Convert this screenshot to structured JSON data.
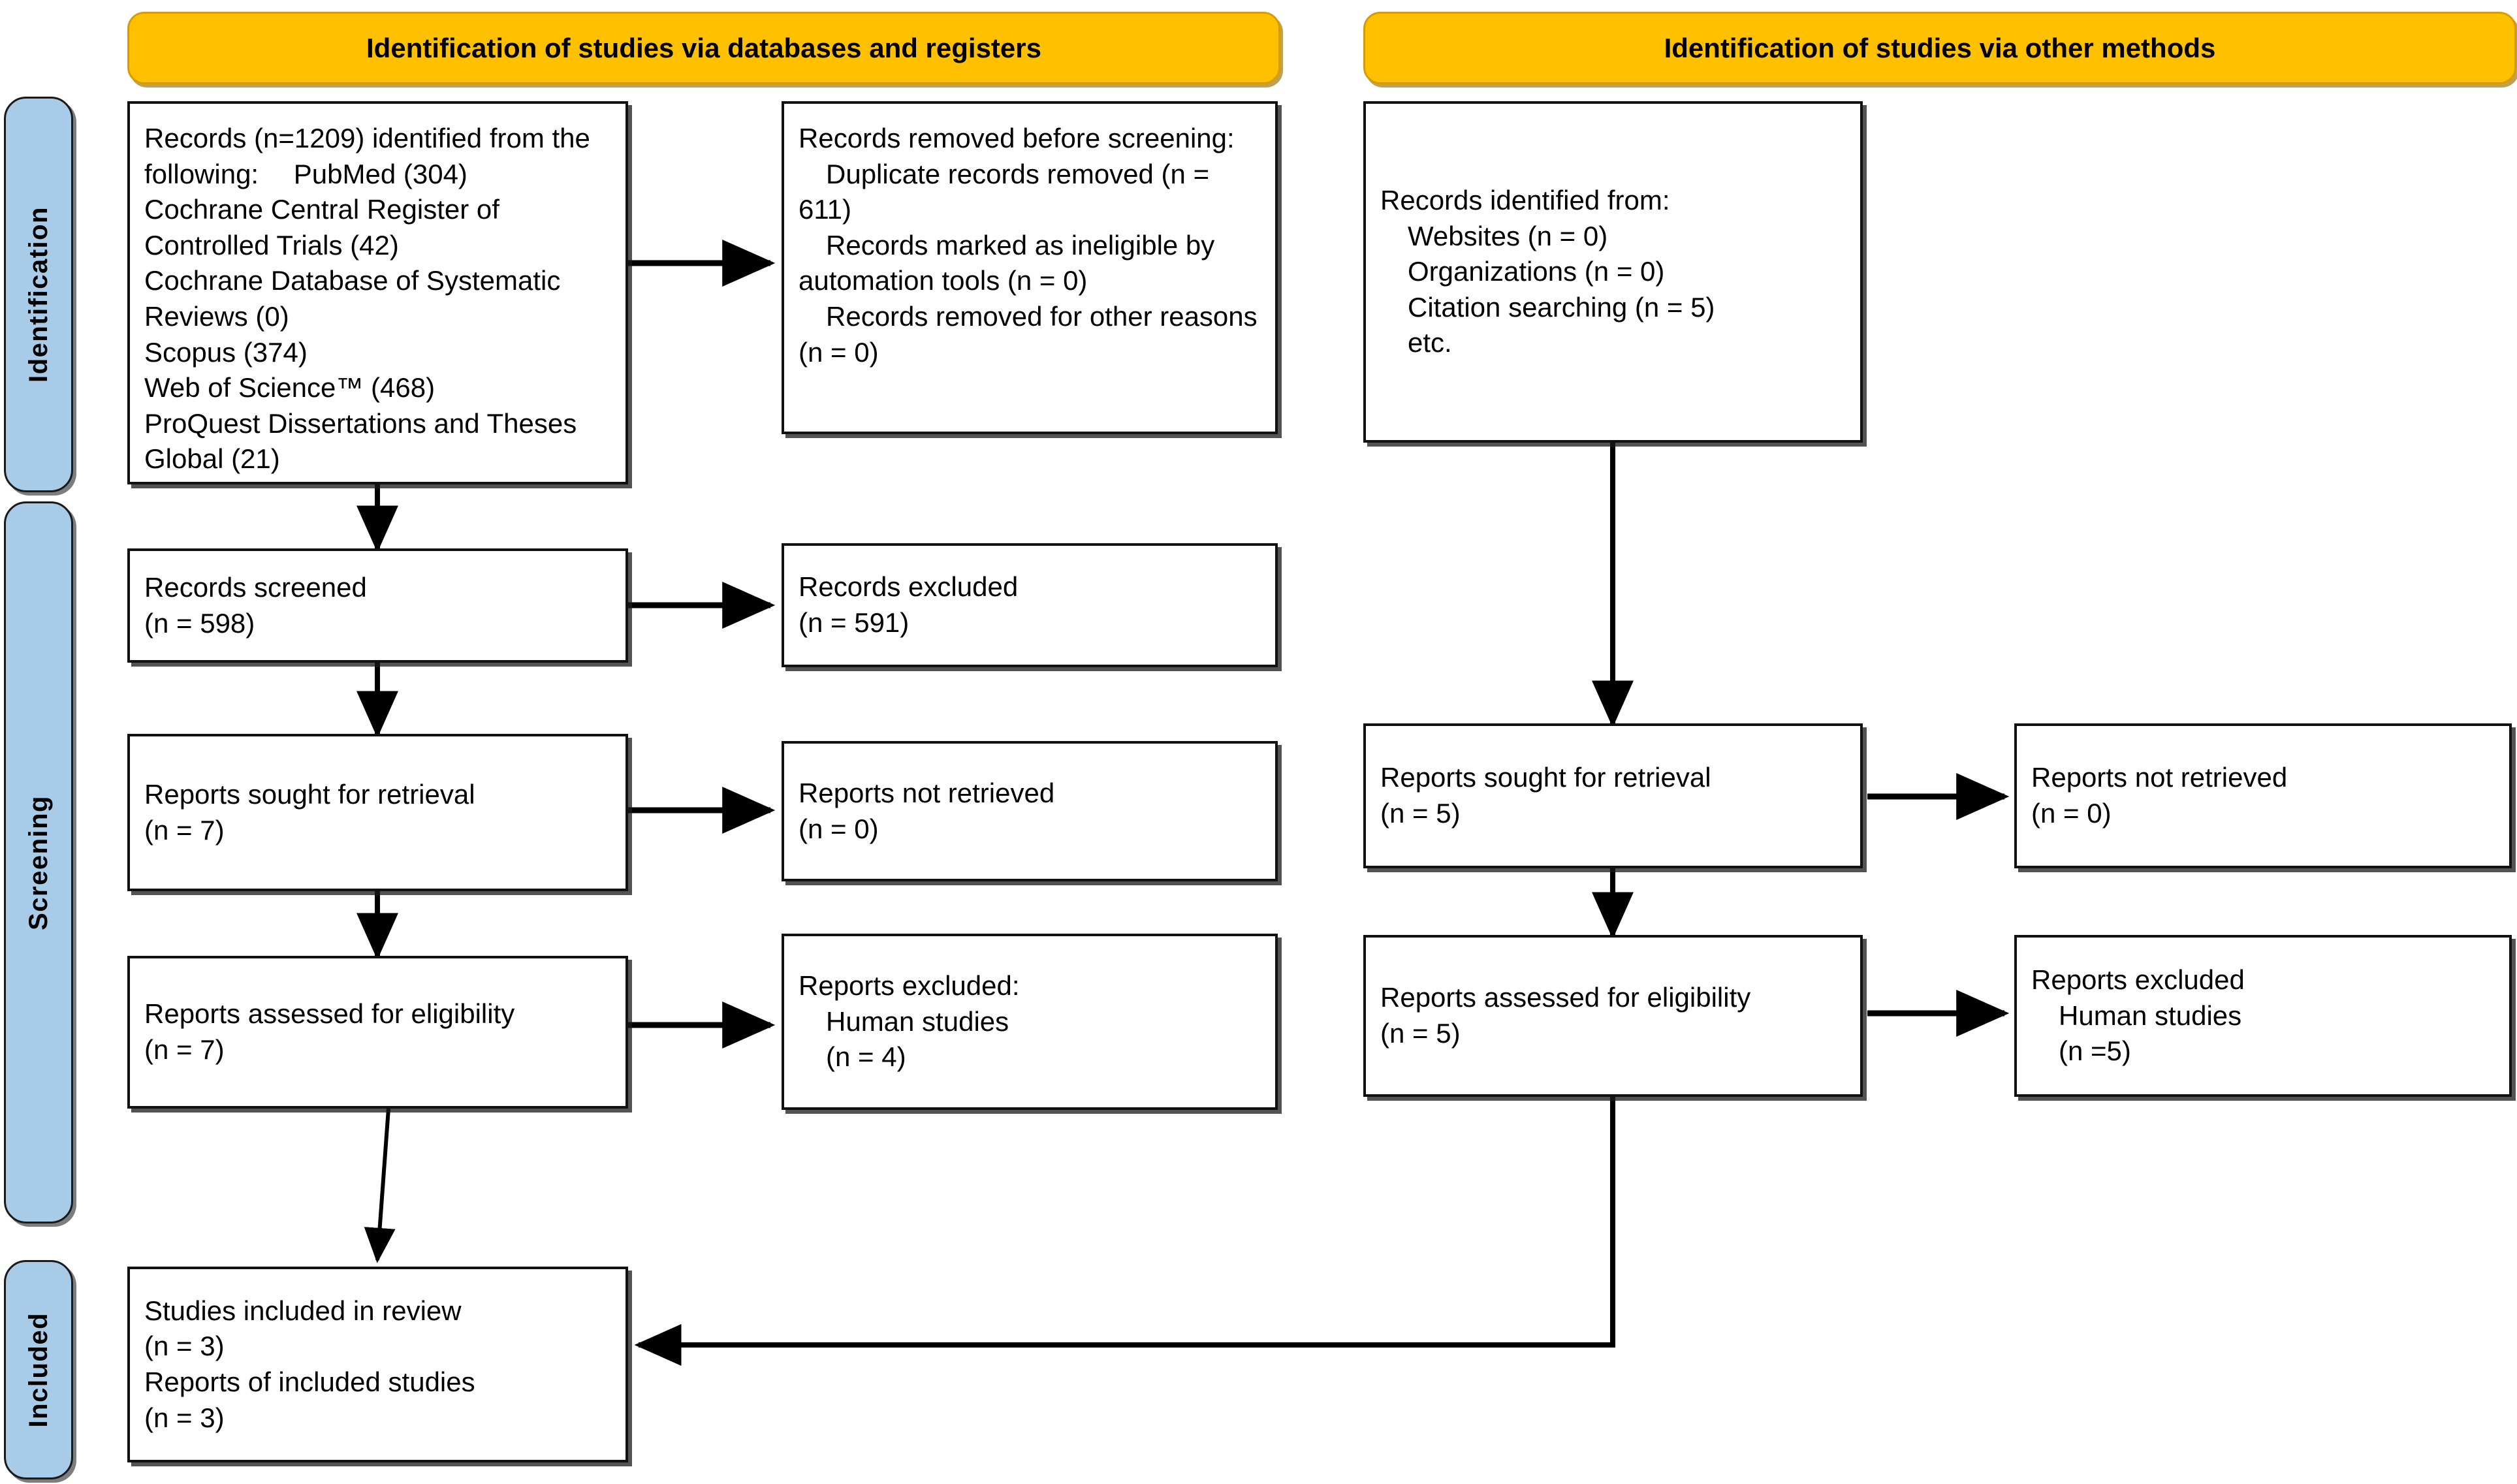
{
  "diagram": {
    "title": "PRISMA 2020 flow diagram",
    "colors": {
      "header_yellow": "#FFC000",
      "phase_blue": "#A8CBE8",
      "box_border": "#111111",
      "connector": "#000000"
    }
  },
  "phases": [
    {
      "id": "identification",
      "label": "Identification"
    },
    {
      "id": "screening",
      "label": "Screening"
    },
    {
      "id": "included",
      "label": "Included"
    }
  ],
  "columns": [
    {
      "id": "databases",
      "header": "Identification of studies via databases and registers"
    },
    {
      "id": "other",
      "header": "Identification of studies via other methods"
    }
  ],
  "boxes": {
    "records_identified": {
      "text": "Records (n=1209) identified from the following:  PubMed (304)\nCochrane Central Register of Controlled Trials (42)\nCochrane Database of Systematic Reviews (0)\nScopus (374)\nWeb of Science™ (468)\nProQuest Dissertations and Theses Global (21)"
    },
    "records_removed": {
      "text": "Records removed before screening:\n Duplicate records removed (n = 611)\n Records marked as ineligible by automation tools (n = 0)\n Records removed for other reasons (n = 0)"
    },
    "records_screened": {
      "text": "Records screened\n(n = 598)"
    },
    "records_excluded": {
      "text": "Records excluded\n(n = 591)"
    },
    "reports_sought_left": {
      "text": "Reports sought for retrieval\n(n = 7)"
    },
    "reports_not_retrieved_left": {
      "text": "Reports not retrieved\n(n = 0)"
    },
    "reports_assessed_left": {
      "text": "Reports assessed for eligibility\n(n = 7)"
    },
    "reports_excluded_left": {
      "text": "Reports excluded:\n Human studies\n (n = 4)"
    },
    "studies_included": {
      "text": "Studies included in review\n(n = 3)\nReports of included studies\n(n = 3)"
    },
    "records_identified_other": {
      "text": "Records identified from:\n Websites (n = 0)\n Organizations (n = 0)\n Citation searching (n = 5)\n etc."
    },
    "reports_sought_right": {
      "text": "Reports sought for retrieval\n(n = 5)"
    },
    "reports_not_retrieved_right": {
      "text": "Reports not retrieved\n(n = 0)"
    },
    "reports_assessed_right": {
      "text": "Reports assessed for eligibility\n(n = 5)"
    },
    "reports_excluded_right": {
      "text": "Reports excluded\n Human studies\n (n =5)"
    }
  },
  "chart_data": {
    "type": "diagram",
    "title": "PRISMA 2020 flow diagram for new systematic reviews",
    "nodes": [
      {
        "id": "records_identified",
        "phase": "Identification",
        "column": "databases",
        "n": 1209,
        "sources": [
          {
            "name": "PubMed",
            "n": 304
          },
          {
            "name": "Cochrane Central Register of Controlled Trials",
            "n": 42
          },
          {
            "name": "Cochrane Database of Systematic Reviews",
            "n": 0
          },
          {
            "name": "Scopus",
            "n": 374
          },
          {
            "name": "Web of Science™",
            "n": 468
          },
          {
            "name": "ProQuest Dissertations and Theses Global",
            "n": 21
          }
        ]
      },
      {
        "id": "records_removed",
        "phase": "Identification",
        "column": "databases",
        "reasons": [
          {
            "name": "Duplicate records removed",
            "n": 611
          },
          {
            "name": "Records marked as ineligible by automation tools",
            "n": 0
          },
          {
            "name": "Records removed for other reasons",
            "n": 0
          }
        ]
      },
      {
        "id": "records_screened",
        "phase": "Screening",
        "column": "databases",
        "n": 598
      },
      {
        "id": "records_excluded",
        "phase": "Screening",
        "column": "databases",
        "n": 591
      },
      {
        "id": "reports_sought_left",
        "phase": "Screening",
        "column": "databases",
        "n": 7
      },
      {
        "id": "reports_not_retrieved_left",
        "phase": "Screening",
        "column": "databases",
        "n": 0
      },
      {
        "id": "reports_assessed_left",
        "phase": "Screening",
        "column": "databases",
        "n": 7
      },
      {
        "id": "reports_excluded_left",
        "phase": "Screening",
        "column": "databases",
        "n": 4,
        "reason": "Human studies"
      },
      {
        "id": "studies_included",
        "phase": "Included",
        "column": "databases",
        "studies_n": 3,
        "reports_n": 3
      },
      {
        "id": "records_identified_other",
        "phase": "Identification",
        "column": "other",
        "sources": [
          {
            "name": "Websites",
            "n": 0
          },
          {
            "name": "Organizations",
            "n": 0
          },
          {
            "name": "Citation searching",
            "n": 5
          }
        ]
      },
      {
        "id": "reports_sought_right",
        "phase": "Screening",
        "column": "other",
        "n": 5
      },
      {
        "id": "reports_not_retrieved_right",
        "phase": "Screening",
        "column": "other",
        "n": 0
      },
      {
        "id": "reports_assessed_right",
        "phase": "Screening",
        "column": "other",
        "n": 5
      },
      {
        "id": "reports_excluded_right",
        "phase": "Screening",
        "column": "other",
        "n": 5,
        "reason": "Human studies"
      }
    ],
    "edges": [
      {
        "from": "records_identified",
        "to": "records_removed",
        "direction": "right"
      },
      {
        "from": "records_identified",
        "to": "records_screened",
        "direction": "down"
      },
      {
        "from": "records_screened",
        "to": "records_excluded",
        "direction": "right"
      },
      {
        "from": "records_screened",
        "to": "reports_sought_left",
        "direction": "down"
      },
      {
        "from": "reports_sought_left",
        "to": "reports_not_retrieved_left",
        "direction": "right"
      },
      {
        "from": "reports_sought_left",
        "to": "reports_assessed_left",
        "direction": "down"
      },
      {
        "from": "reports_assessed_left",
        "to": "reports_excluded_left",
        "direction": "right"
      },
      {
        "from": "reports_assessed_left",
        "to": "studies_included",
        "direction": "down"
      },
      {
        "from": "records_identified_other",
        "to": "reports_sought_right",
        "direction": "down"
      },
      {
        "from": "reports_sought_right",
        "to": "reports_not_retrieved_right",
        "direction": "right"
      },
      {
        "from": "reports_sought_right",
        "to": "reports_assessed_right",
        "direction": "down"
      },
      {
        "from": "reports_assessed_right",
        "to": "reports_excluded_right",
        "direction": "right"
      },
      {
        "from": "reports_assessed_right",
        "to": "studies_included",
        "direction": "down-left"
      }
    ]
  }
}
